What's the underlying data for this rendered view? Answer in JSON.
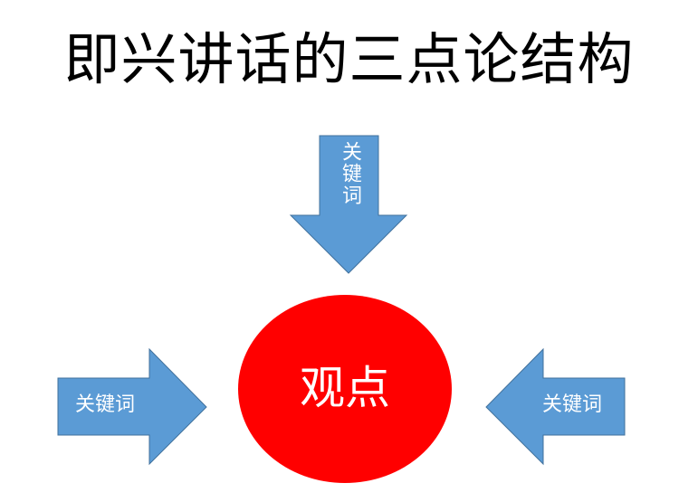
{
  "slide": {
    "title": "即兴讲话的三点论结构"
  },
  "diagram": {
    "center": {
      "label": "观点",
      "fill": "#ff0000"
    },
    "arrows": [
      {
        "id": "top",
        "label": "关键词",
        "direction": "down"
      },
      {
        "id": "left",
        "label": "关键词",
        "direction": "right"
      },
      {
        "id": "right",
        "label": "关键词",
        "direction": "left"
      }
    ],
    "arrow_fill": "#5b9bd5",
    "arrow_stroke": "#41719c"
  }
}
